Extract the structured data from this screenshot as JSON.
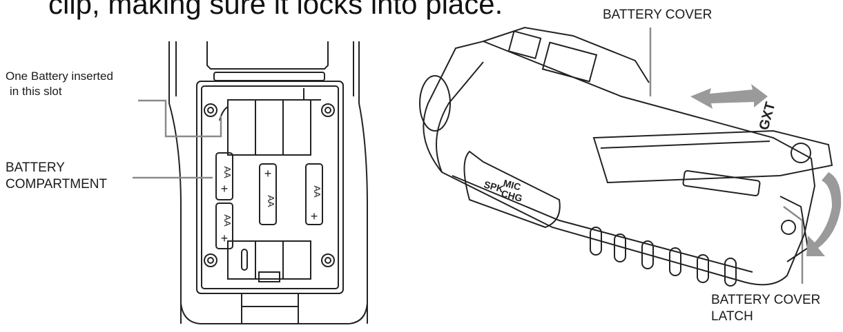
{
  "heading": "clip, making sure it locks into place.",
  "labels": {
    "one_battery_line1": "One Battery inserted",
    "one_battery_line2": "in this slot",
    "battery_compartment_line1": "BATTERY",
    "battery_compartment_line2": "COMPARTMENT",
    "battery_cover": "BATTERY COVER",
    "battery_cover_latch_line1": "BATTERY COVER",
    "battery_cover_latch_line2": "LATCH"
  },
  "battery_markings": {
    "aa": "AA",
    "plus": "+"
  },
  "radio_markings": {
    "spk": "SPK",
    "mic": "MIC",
    "chg": "CHG",
    "brand": "GXT"
  },
  "colors": {
    "line": "#222222",
    "leader": "#8a8a8a",
    "arrow": "#9a9a9a"
  }
}
